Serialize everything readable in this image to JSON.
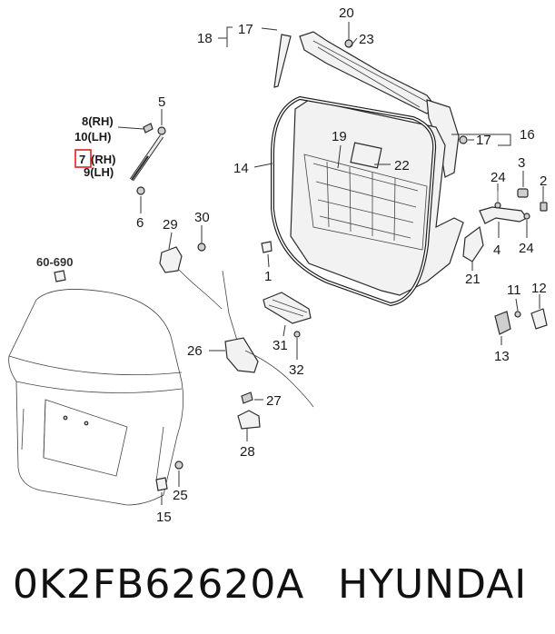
{
  "callouts": {
    "n20": "20",
    "n17a": "17",
    "n18": "18",
    "n23": "23",
    "n16": "16",
    "n17b": "17",
    "n5": "5",
    "n8": "8(RH)",
    "n10": "10(LH)",
    "n7": "7",
    "n7rh": "(RH)",
    "n9": "9(LH)",
    "n6": "6",
    "n19": "19",
    "n14": "14",
    "n22": "22",
    "n3": "3",
    "n2": "2",
    "n24a": "24",
    "n4": "4",
    "n24b": "24",
    "n21": "21",
    "n29": "29",
    "n30": "30",
    "n1": "1",
    "n11": "11",
    "n12": "12",
    "n13": "13",
    "n31": "31",
    "n32": "32",
    "n26": "26",
    "n27": "27",
    "n28": "28",
    "n25": "25",
    "n15": "15",
    "ref": "60-690"
  },
  "footer": {
    "part_number": "0K2FB62620A",
    "brand": "HYUNDAI"
  },
  "colors": {
    "highlight": "#e02020",
    "ink": "#1a1a1a"
  }
}
